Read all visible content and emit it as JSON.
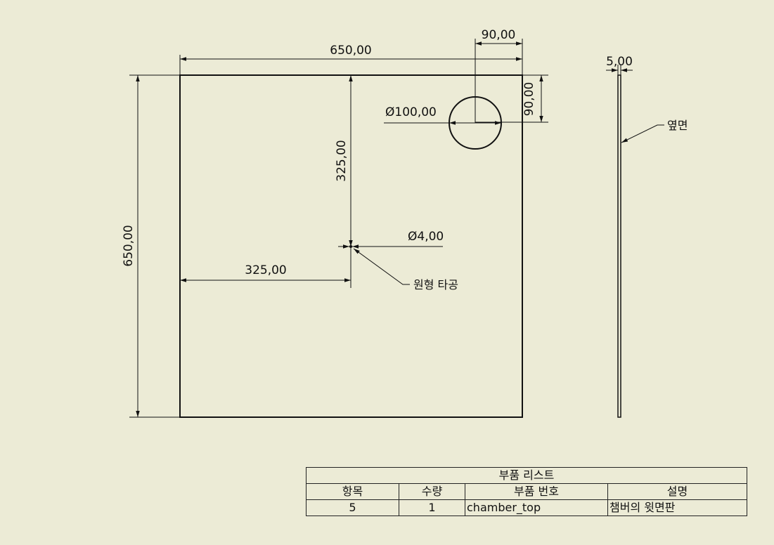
{
  "dimensions": {
    "top_width": "650,00",
    "hole_offset_x": "90,00",
    "hole_offset_y": "90,00",
    "hole_diameter": "Ø100,00",
    "center_y": "325,00",
    "pin_diameter": "Ø4,00",
    "center_x": "325,00",
    "left_height": "650,00",
    "thickness": "5,00"
  },
  "notes": {
    "side_view": "옆면",
    "circular_hole": "원형 타공"
  },
  "parts_list": {
    "title": "부품 리스트",
    "headers": [
      "항목",
      "수량",
      "부품 번호",
      "설명"
    ],
    "rows": [
      {
        "item": "5",
        "qty": "1",
        "part_number": "chamber_top",
        "description": "챔버의 윗면판"
      }
    ]
  }
}
